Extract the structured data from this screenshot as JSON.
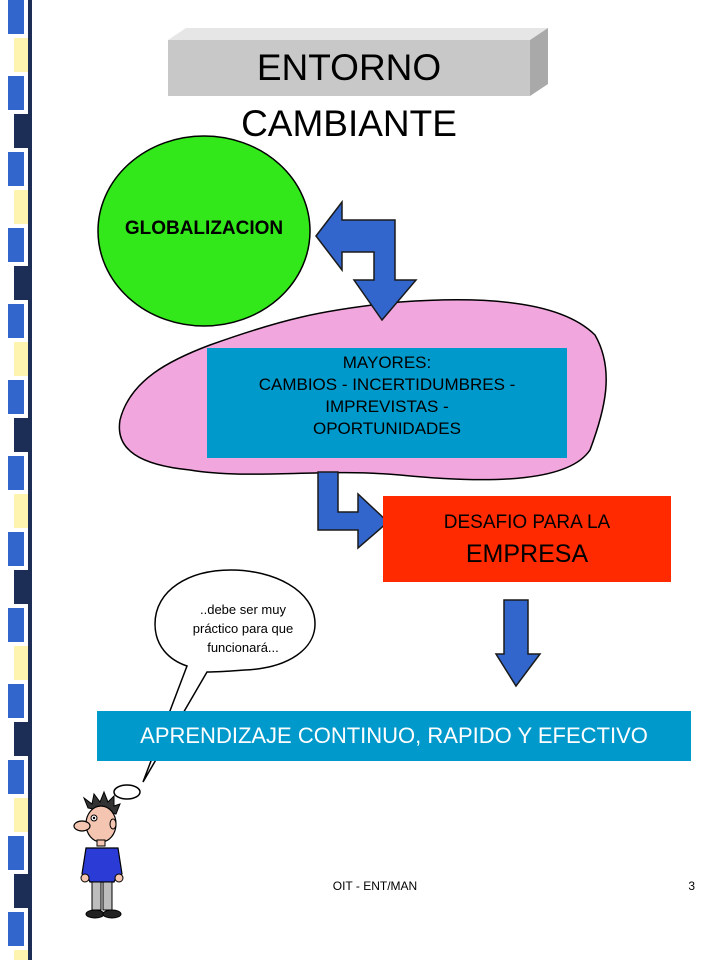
{
  "title": "ENTORNO CAMBIANTE",
  "globalizacion": "GLOBALIZACION",
  "mayores": {
    "lines": [
      "MAYORES:",
      "CAMBIOS - INCERTIDUMBRES -",
      "IMPREVISTAS -",
      "OPORTUNIDADES"
    ]
  },
  "desafio": {
    "line1": "DESAFIO PARA LA",
    "line2": "EMPRESA"
  },
  "aprendizaje": "APRENDIZAJE CONTINUO, RAPIDO Y EFECTIVO",
  "bubble": {
    "lines": [
      "..debe ser muy",
      "práctico para que",
      "funcionará..."
    ]
  },
  "footer": {
    "center": "OIT - ENT/MAN",
    "page": "3"
  },
  "colors": {
    "sidebar_blue": "#3366cc",
    "sidebar_cream": "#fff3b0",
    "sidebar_dark": "#1c2e55",
    "globalizacion_fill": "#33e81a",
    "blob_fill": "#f2a6de",
    "mayores_fill": "#0099cc",
    "desafio_fill": "#ff2a00",
    "arrow_fill": "#3366cc"
  },
  "icons": [
    "curved-arrow-icon",
    "bent-arrow-icon",
    "down-arrow-icon",
    "thinking-man-icon",
    "thought-bubble-icon"
  ]
}
